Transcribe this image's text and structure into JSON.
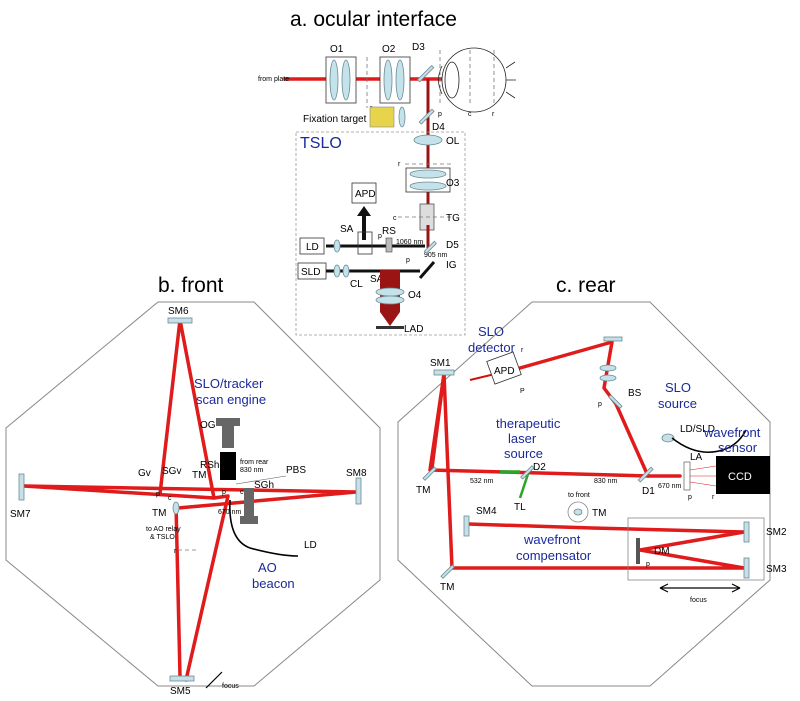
{
  "titles": {
    "a": "a. ocular interface",
    "b": "b. front",
    "c": "c. rear"
  },
  "ocular": {
    "o1": "O1",
    "o2": "O2",
    "d3": "D3",
    "d4": "D4",
    "from_plate": "from plate",
    "fixation": "Fixation target",
    "tslo": "TSLO",
    "ol": "OL",
    "o3": "O3",
    "tg": "TG",
    "d5": "D5",
    "ig": "IG",
    "o4": "O4",
    "apd": "APD",
    "ld": "LD",
    "sld": "SLD",
    "sa1": "SA",
    "sa2": "SA",
    "rs": "RS",
    "cl": "CL",
    "lad": "LAD",
    "nm1060": "1060 nm",
    "nm905": "905 nm",
    "eye_p": "p",
    "eye_c": "c",
    "eye_r": "r",
    "r_lbl": "r",
    "r2_lbl": "r",
    "c_lbl": "c",
    "p_lbl": "p",
    "p2_lbl": "p"
  },
  "front": {
    "sm5": "SM5",
    "sm6": "SM6",
    "sm7": "SM7",
    "sm8": "SM8",
    "engine": [
      "SLO/tracker",
      "scan engine"
    ],
    "og": "OG",
    "rsh": "RSh",
    "from_rear": [
      "from rear",
      "830 nm"
    ],
    "pbs": "PBS",
    "sgh": "SGh",
    "sgv": "SGv",
    "gv": "Gv",
    "tm1": "TM",
    "tm2": "TM",
    "to_ao": [
      "to AO relay",
      "& TSLO"
    ],
    "nm670": "670 nm",
    "ld": "LD",
    "beacon": [
      "AO",
      "beacon"
    ],
    "focus": "focus",
    "p1": "p",
    "p2": "p",
    "c1": "c",
    "c2": "c",
    "r1": "r"
  },
  "rear": {
    "slo_detector": [
      "SLO",
      "detector"
    ],
    "apd": "APD",
    "bs": "BS",
    "slo_source": [
      "SLO",
      "source"
    ],
    "ldsld": "LD/SLD",
    "wavefront_sensor": [
      "wavefront",
      "sensor"
    ],
    "ccd": "CCD",
    "la": "LA",
    "therapeutic": [
      "therapeutic",
      "laser",
      "source"
    ],
    "sm1": "SM1",
    "sm2": "SM2",
    "sm3": "SM3",
    "sm4": "SM4",
    "d1": "D1",
    "d2": "D2",
    "tl": "TL",
    "tm_a": "TM",
    "tm_b": "TM",
    "tm_c": "TM",
    "to_front": "to front",
    "nm532": "532 nm",
    "nm830": "830 nm",
    "nm670": "670 nm",
    "compensator": [
      "wavefront",
      "compensator"
    ],
    "dm": "DM",
    "focus": "focus",
    "p1": "p",
    "p2": "p",
    "p3": "P",
    "r1": "r",
    "r2": "r"
  }
}
